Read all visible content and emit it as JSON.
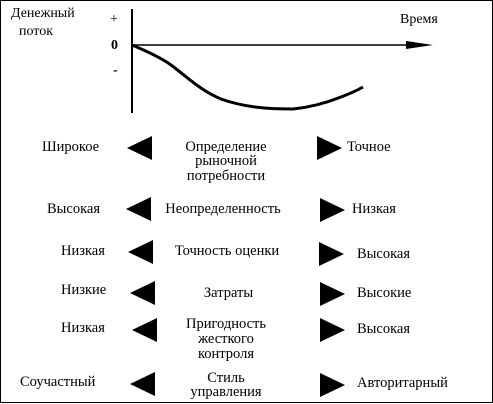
{
  "chart": {
    "ylabel_line1": "Денежный",
    "ylabel_line2": "поток",
    "plus": "+",
    "zero": "0",
    "minus": "-",
    "xlabel": "Время"
  },
  "rows": [
    {
      "left": "Широкое",
      "center1": "Определение",
      "center2": "рыночной",
      "center3": "потребности",
      "right": "Точное"
    },
    {
      "left": "Высокая",
      "center1": "Неопределенность",
      "right": "Низкая"
    },
    {
      "left": "Низкая",
      "center1": "Точность оценки",
      "right": "Высокая"
    },
    {
      "left": "Низкие",
      "center1": "Затраты",
      "right": "Высокие"
    },
    {
      "left": "Низкая",
      "center1": "Пригодность",
      "center2": "жесткого",
      "center3": "контроля",
      "right": "Высокая"
    },
    {
      "left": "Соучастный",
      "center1": "Стиль",
      "center2": "управления",
      "right": "Авторитарный"
    }
  ]
}
